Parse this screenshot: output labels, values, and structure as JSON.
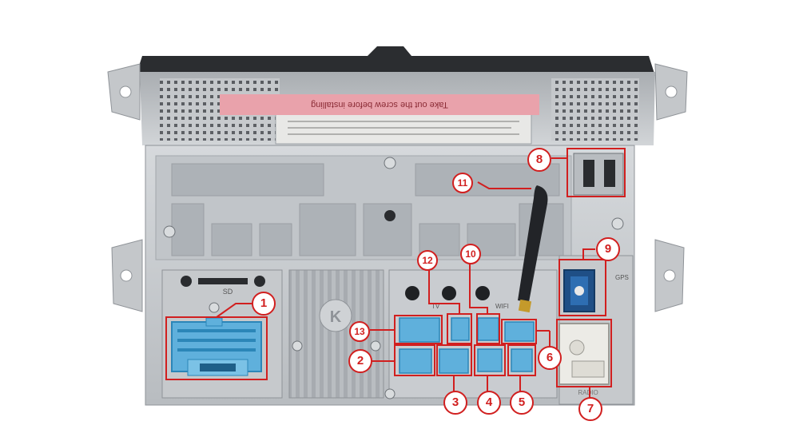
{
  "product": {
    "sticker_text": "Take out the screw before installing",
    "slot_label_sd": "SD",
    "port_label_tv": "TV",
    "port_label_wifi": "WIFI",
    "port_label_gps": "GPS",
    "port_label_radio": "RADIO"
  },
  "callouts": [
    {
      "id": "1",
      "label": "1"
    },
    {
      "id": "2",
      "label": "2"
    },
    {
      "id": "3",
      "label": "3"
    },
    {
      "id": "4",
      "label": "4"
    },
    {
      "id": "5",
      "label": "5"
    },
    {
      "id": "6",
      "label": "6"
    },
    {
      "id": "7",
      "label": "7"
    },
    {
      "id": "8",
      "label": "8"
    },
    {
      "id": "9",
      "label": "9"
    },
    {
      "id": "10",
      "label": "10"
    },
    {
      "id": "11",
      "label": "11"
    },
    {
      "id": "12",
      "label": "12"
    },
    {
      "id": "13",
      "label": "13"
    }
  ],
  "colors": {
    "chassis": "#c9cccf",
    "chassis_dark": "#9ea3a8",
    "connector_blue": "#5fb0dc",
    "connector_blue_dark": "#2b86b8",
    "callout_red": "#d11f1f",
    "gps_blue": "#1f4f86",
    "radio_white": "#ecebe6",
    "sticker_pink": "#e9a2ab"
  }
}
